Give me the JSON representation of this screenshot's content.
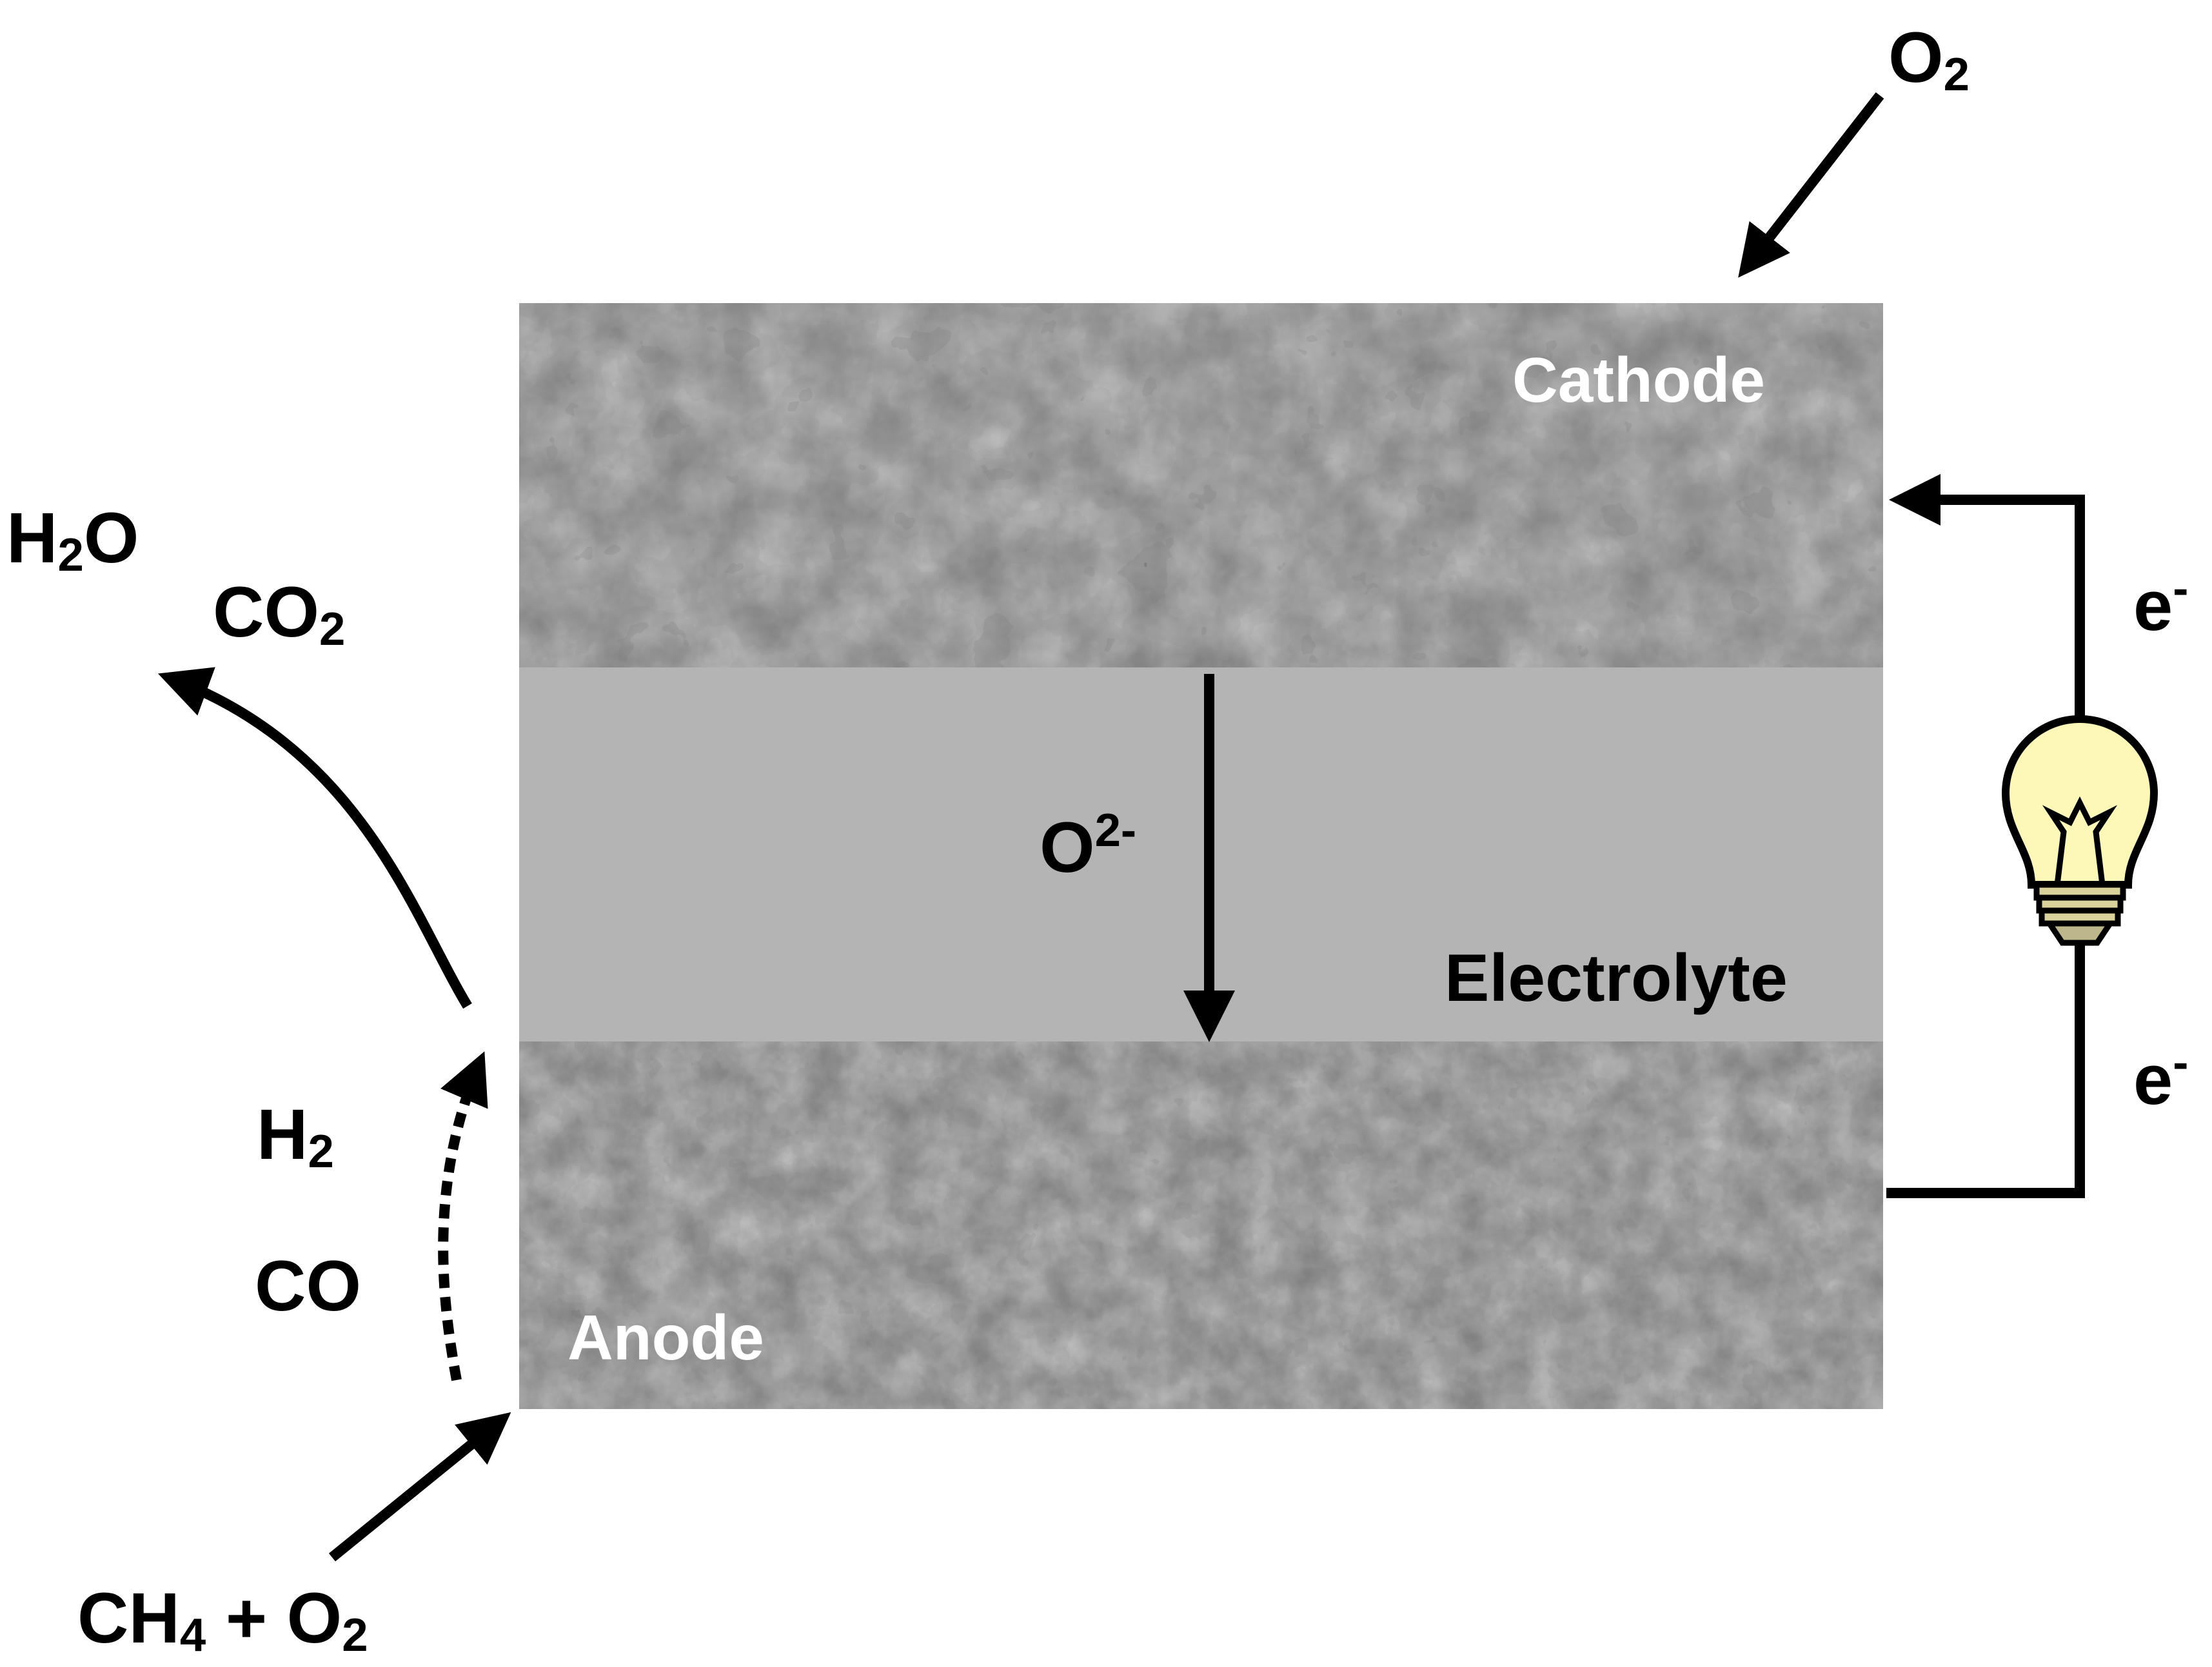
{
  "labels": {
    "o2_top": {
      "main": "O",
      "sub": "2"
    },
    "h2o": {
      "a": "H",
      "sub": "2",
      "b": "O"
    },
    "co2": {
      "a": "CO",
      "sub": "2"
    },
    "h2": {
      "a": "H",
      "sub": "2"
    },
    "co": "CO",
    "feed": {
      "a": "CH",
      "sub1": "4",
      "b": " + O",
      "sub2": "2"
    },
    "cathode": "Cathode",
    "electrolyte": "Electrolyte",
    "anode": "Anode",
    "oxide_ion": {
      "main": "O",
      "sup": "2-"
    },
    "electron_top": {
      "main": "e",
      "sup": "-"
    },
    "electron_bottom": {
      "main": "e",
      "sup": "-"
    }
  },
  "colors": {
    "cathode_base": "#7c7c7c",
    "electrolyte": "#b4b4b4",
    "anode_base": "#7a7a7a",
    "bulb_glass": "#fdf7b8",
    "line": "#000000"
  },
  "icons": {
    "bulb": "light-bulb-icon"
  }
}
